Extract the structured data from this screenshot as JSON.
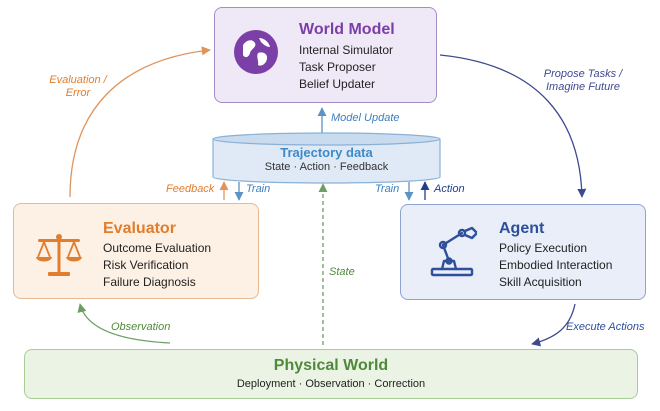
{
  "world_model": {
    "title": "World Model",
    "lines": [
      "Internal Simulator",
      "Task Proposer",
      "Belief Updater"
    ]
  },
  "trajectory": {
    "title": "Trajectory data",
    "subtitle": "State · Action · Feedback"
  },
  "evaluator": {
    "title": "Evaluator",
    "lines": [
      "Outcome Evaluation",
      "Risk Verification",
      "Failure Diagnosis"
    ]
  },
  "agent": {
    "title": "Agent",
    "lines": [
      "Policy Execution",
      "Embodied Interaction",
      "Skill Acquisition"
    ]
  },
  "physical_world": {
    "title": "Physical World",
    "subtitle": "Deployment · Observation · Correction"
  },
  "edges": {
    "evaluation_error": [
      "Evaluation /",
      "Error"
    ],
    "propose_tasks": [
      "Propose Tasks /",
      "Imagine Future"
    ],
    "model_update": "Model Update",
    "feedback": "Feedback",
    "train_left": "Train",
    "train_right": "Train",
    "action": "Action",
    "state": "State",
    "observation": "Observation",
    "execute_actions": "Execute Actions"
  },
  "icons": {
    "world_model": "globe-icon",
    "evaluator": "scales-icon",
    "agent": "robot-arm-icon"
  },
  "colors": {
    "world_model": "#7b3fa8",
    "trajectory": "#3d8ac9",
    "evaluator": "#e07d2e",
    "agent": "#2e4f9b",
    "physical_world": "#4e8a3a"
  }
}
